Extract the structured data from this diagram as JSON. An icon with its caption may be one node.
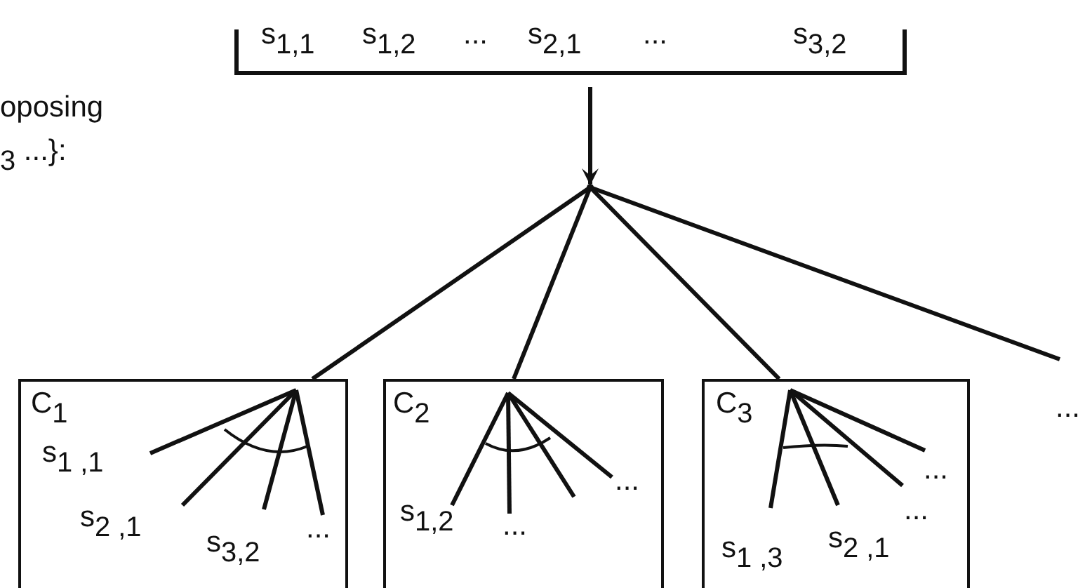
{
  "diagram": {
    "nodes": [
      {
        "text": [
          "s$_{1,1}$",
          "s$_{1,2}$",
          "...",
          "s$_{2,1}$",
          "...",
          "s$_{3,2}$"
        ]
      },
      {
        "text": [],
        "shape": "point"
      },
      {
        "text": [
          "C$_{1}$",
          "s$_{1 ,1}$",
          "s$_{2 ,1}$",
          "s$_{3,2}$",
          "..."
        ]
      },
      {
        "text": [
          "C$_{2}$",
          "...",
          "s$_{1,2}$",
          "..."
        ]
      },
      {
        "text": [
          "C$_{3}$",
          "...",
          "...",
          "s$_{1 ,3}$",
          "s$_{2 ,1}$"
        ]
      }
    ],
    "edges": [
      {
        "from": 0,
        "to": 1,
        "arrow": "to"
      },
      {
        "from": 1,
        "to": 2,
        "arrow": "none"
      },
      {
        "from": 1,
        "to": 3,
        "arrow": "none"
      },
      {
        "from": 1,
        "to": 4,
        "arrow": "none"
      },
      {
        "from": 1,
        "to": null,
        "arrow": "none"
      }
    ],
    "labels": [
      "oposing",
      "$_{3}$ ...}:",
      "..."
    ]
  }
}
